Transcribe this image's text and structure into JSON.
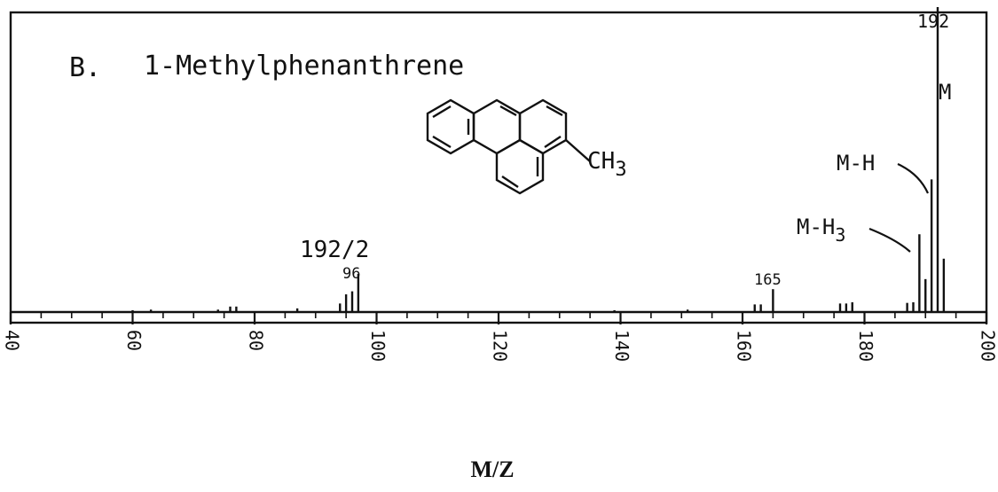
{
  "chart_data": {
    "type": "bar",
    "panel_label": "B.",
    "title": "1-Methylphenanthrene",
    "xlabel": "M/Z",
    "ylabel": "",
    "xlim": [
      40,
      200
    ],
    "ylim": [
      0,
      100
    ],
    "x_ticks": [
      "40",
      "60",
      "80",
      "100",
      "120",
      "140",
      "160",
      "180",
      "200"
    ],
    "series": [
      {
        "peaks": [
          {
            "mz": 60,
            "intensity": 0.6
          },
          {
            "mz": 63,
            "intensity": 0.8
          },
          {
            "mz": 74,
            "intensity": 0.8
          },
          {
            "mz": 76,
            "intensity": 1.8
          },
          {
            "mz": 77,
            "intensity": 1.8
          },
          {
            "mz": 87,
            "intensity": 1.2
          },
          {
            "mz": 94,
            "intensity": 2.8
          },
          {
            "mz": 95,
            "intensity": 5.8
          },
          {
            "mz": 96,
            "intensity": 6.8
          },
          {
            "mz": 97,
            "intensity": 12.5
          },
          {
            "mz": 139,
            "intensity": 0.6
          },
          {
            "mz": 151,
            "intensity": 0.8
          },
          {
            "mz": 162,
            "intensity": 2.5
          },
          {
            "mz": 163,
            "intensity": 2.5
          },
          {
            "mz": 165,
            "intensity": 7.5
          },
          {
            "mz": 176,
            "intensity": 2.8
          },
          {
            "mz": 177,
            "intensity": 2.8
          },
          {
            "mz": 178,
            "intensity": 3.2
          },
          {
            "mz": 187,
            "intensity": 3.0
          },
          {
            "mz": 188,
            "intensity": 3.2
          },
          {
            "mz": 189,
            "intensity": 25.5
          },
          {
            "mz": 190,
            "intensity": 10.8
          },
          {
            "mz": 191,
            "intensity": 43.5
          },
          {
            "mz": 192,
            "intensity": 100.0
          },
          {
            "mz": 193,
            "intensity": 17.5
          }
        ]
      }
    ],
    "annotations": [
      {
        "text": "192",
        "mz": 192
      },
      {
        "text": "M",
        "mz": 192
      },
      {
        "text": "M-H",
        "mz": 191
      },
      {
        "text": "M-H",
        "subscript": "3",
        "mz": 189
      },
      {
        "text": "192/2",
        "mz": 96
      },
      {
        "text": "96",
        "mz": 96
      },
      {
        "text": "165",
        "mz": 165
      }
    ],
    "structure": {
      "substituent": "CH",
      "subscript": "3"
    },
    "colors": {
      "ink": "#111111",
      "background": "#ffffff"
    }
  }
}
